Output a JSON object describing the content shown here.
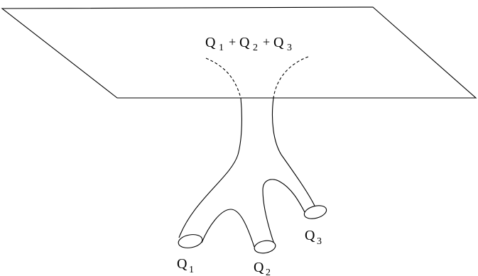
{
  "figure": {
    "labels": {
      "top_sum": {
        "q1": "Q",
        "q1_sub": "1",
        "plus1": "+",
        "q2": "Q",
        "q2_sub": "2",
        "plus2": "+",
        "q3": "Q",
        "q3_sub": "3"
      },
      "branch_1": {
        "letter": "Q",
        "sub": "1"
      },
      "branch_2": {
        "letter": "Q",
        "sub": "2"
      },
      "branch_3": {
        "letter": "Q",
        "sub": "3"
      }
    },
    "colors": {
      "stroke": "#000000",
      "background": "#ffffff"
    }
  }
}
